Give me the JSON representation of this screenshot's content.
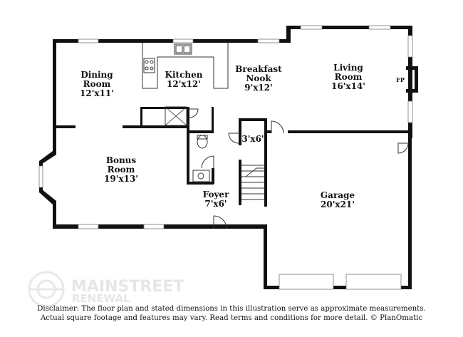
{
  "rooms": {
    "dining": {
      "name_line1": "Dining",
      "name_line2": "Room",
      "dim": "12'x11'"
    },
    "kitchen": {
      "name": "Kitchen",
      "dim": "12'x12'"
    },
    "breakfast": {
      "name_line1": "Breakfast",
      "name_line2": "Nook",
      "dim": "9'x12'"
    },
    "living": {
      "name_line1": "Living",
      "name_line2": "Room",
      "dim": "16'x14'"
    },
    "fireplace": {
      "label": "FP"
    },
    "closet": {
      "dim": "3'x6'"
    },
    "bonus": {
      "name_line1": "Bonus",
      "name_line2": "Room",
      "dim": "19'x13'"
    },
    "foyer": {
      "name": "Foyer",
      "dim": "7'x6'"
    },
    "garage": {
      "name": "Garage",
      "dim": "20'x21'"
    }
  },
  "watermark": {
    "line1": "MAINSTREET",
    "line2": "RENEWAL"
  },
  "disclaimer": {
    "line1": "Disclaimer: The floor plan and stated dimensions in this illustration serve as approximate measurements.",
    "line2": "Actual square footage and features may vary. Read terms and conditions for more detail. © PlanOmatic"
  }
}
